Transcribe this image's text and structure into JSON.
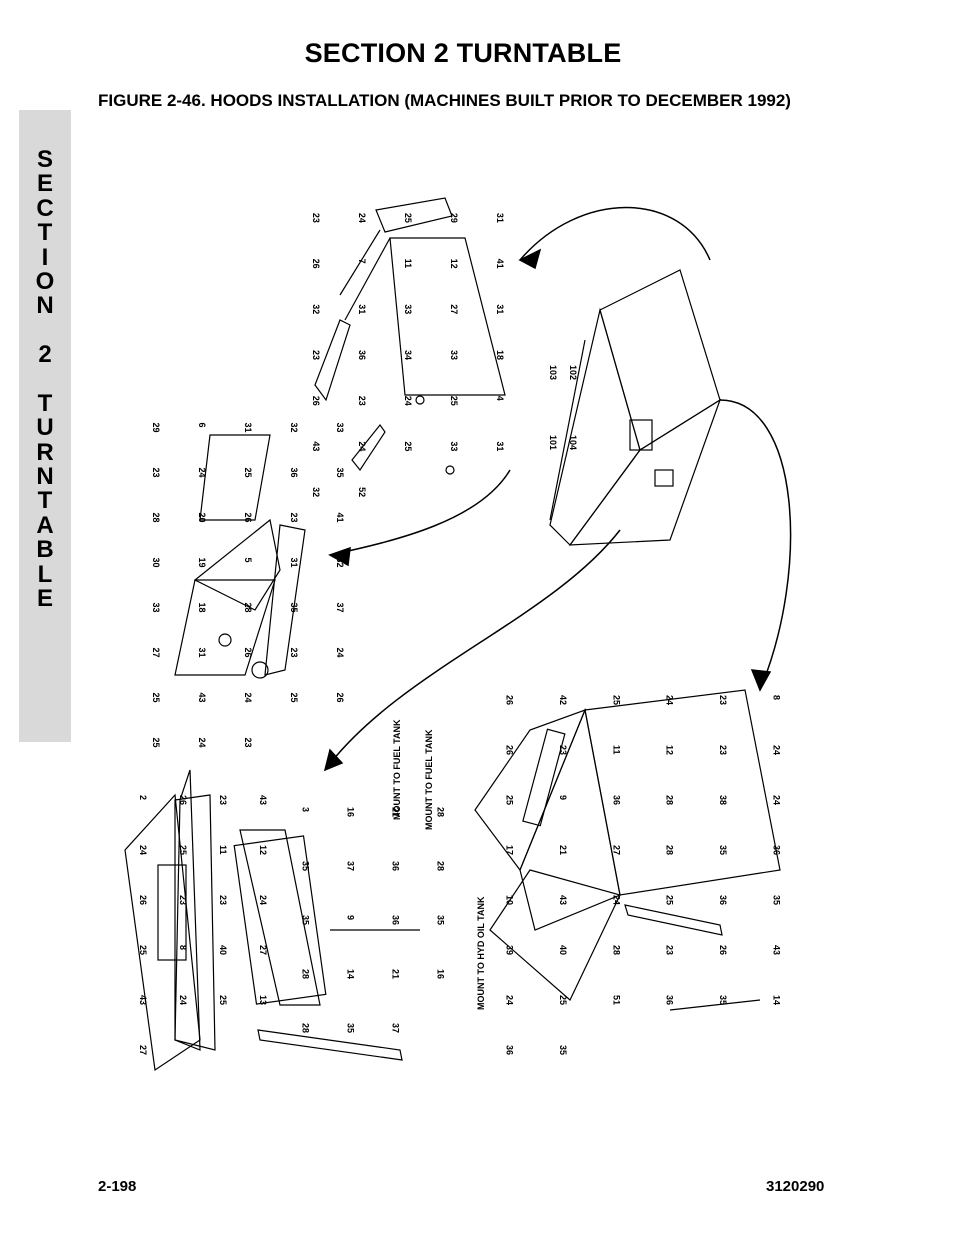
{
  "header": {
    "section_title": "SECTION 2  TURNTABLE"
  },
  "figure": {
    "caption": "FIGURE 2-46.  HOODS INSTALLATION (MACHINES BUILT PRIOR TO DECEMBER 1992)"
  },
  "side_tab": {
    "letters": [
      "S",
      "E",
      "C",
      "T",
      "I",
      "O",
      "N",
      "",
      "2",
      "",
      "T",
      "U",
      "R",
      "N",
      "T",
      "A",
      "B",
      "L",
      "E"
    ]
  },
  "diagram": {
    "notes": {
      "fuel_tank_1": "MOUNT TO FUEL TANK",
      "fuel_tank_2": "MOUNT TO FUEL TANK",
      "hyd_tank": "MOUNT TO HYD OIL TANK"
    },
    "callouts": {
      "top_panel": [
        "23",
        "24",
        "25",
        "29",
        "31",
        "26",
        "7",
        "11",
        "12",
        "41",
        "32",
        "31",
        "33",
        "27",
        "31",
        "23",
        "36",
        "34",
        "33",
        "18",
        "26",
        "23",
        "24",
        "25",
        "4",
        "43",
        "24",
        "25",
        "33",
        "31",
        "32",
        "52"
      ],
      "turntable": [
        "103",
        "102",
        "101",
        "104"
      ],
      "middle_left": [
        "29",
        "6",
        "31",
        "32",
        "33",
        "23",
        "24",
        "25",
        "36",
        "35",
        "28",
        "20",
        "26",
        "23",
        "41",
        "30",
        "19",
        "5",
        "31",
        "32",
        "33",
        "18",
        "28",
        "35",
        "37",
        "27",
        "31",
        "26",
        "23",
        "24",
        "25",
        "43",
        "24",
        "25",
        "26",
        "25",
        "24",
        "23"
      ],
      "bottom_left": [
        "2",
        "26",
        "23",
        "43",
        "24",
        "25",
        "11",
        "12",
        "26",
        "23",
        "23",
        "24",
        "25",
        "8",
        "40",
        "27",
        "43",
        "24",
        "25",
        "13",
        "27"
      ],
      "bottom_middle": [
        "3",
        "16",
        "21",
        "28",
        "35",
        "37",
        "36",
        "28",
        "35",
        "9",
        "36",
        "35",
        "28",
        "14",
        "21",
        "16",
        "28",
        "35",
        "37"
      ],
      "bottom_right": [
        "26",
        "42",
        "25",
        "24",
        "23",
        "8",
        "26",
        "23",
        "11",
        "12",
        "23",
        "24",
        "25",
        "9",
        "36",
        "28",
        "38",
        "24",
        "17",
        "21",
        "27",
        "28",
        "35",
        "36",
        "10",
        "43",
        "24",
        "25",
        "36",
        "35",
        "39",
        "40",
        "28",
        "23",
        "26",
        "43",
        "24",
        "25",
        "51",
        "36",
        "35",
        "14",
        "36",
        "35"
      ]
    }
  },
  "footer": {
    "page_number": "2-198",
    "doc_number": "3120290"
  }
}
